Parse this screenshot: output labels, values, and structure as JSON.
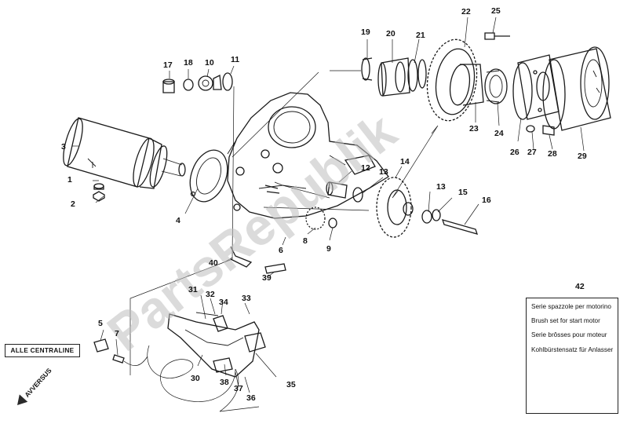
{
  "watermark": "PartsRepublik",
  "callouts": [
    "1",
    "2",
    "3",
    "4",
    "5",
    "6",
    "7",
    "8",
    "9",
    "10",
    "11",
    "12",
    "13",
    "13",
    "14",
    "15",
    "16",
    "17",
    "18",
    "19",
    "20",
    "21",
    "22",
    "23",
    "24",
    "25",
    "26",
    "27",
    "28",
    "29",
    "30",
    "31",
    "32",
    "33",
    "34",
    "35",
    "36",
    "37",
    "38",
    "39",
    "40",
    "42"
  ],
  "labels": {
    "connector": "ALLE CENTRALINE",
    "direction": "AVVERSUS"
  },
  "note": {
    "it": "Serie spazzole per motorino",
    "en": "Brush set for start motor",
    "fr": "Serie brôsses pour moteur",
    "de": "Kohlbürstensatz für Anlasser"
  }
}
